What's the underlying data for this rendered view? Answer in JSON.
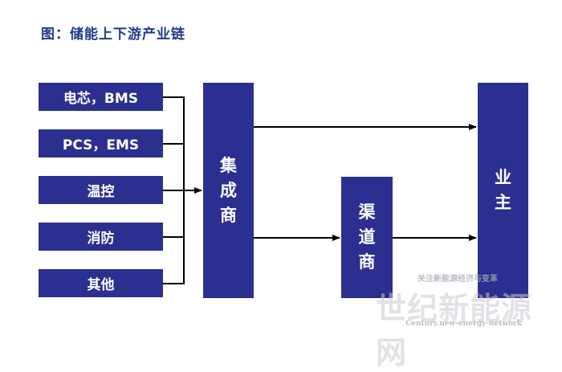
{
  "title": "图：储能上下游产业链",
  "suppliers": [
    "电芯，BMS",
    "PCS，EMS",
    "温控",
    "消防",
    "其他"
  ],
  "integrator": [
    "集",
    "成",
    "商"
  ],
  "channel": [
    "渠",
    "道",
    "商"
  ],
  "owner": [
    "业",
    "主"
  ],
  "watermark": {
    "line1": "关注新能源经济与变革",
    "big": "世纪新能源网",
    "url": "Century.new-energy-network"
  },
  "colors": {
    "box": "#2b2f8f",
    "title": "#1f3a8f",
    "line": "#000000"
  }
}
